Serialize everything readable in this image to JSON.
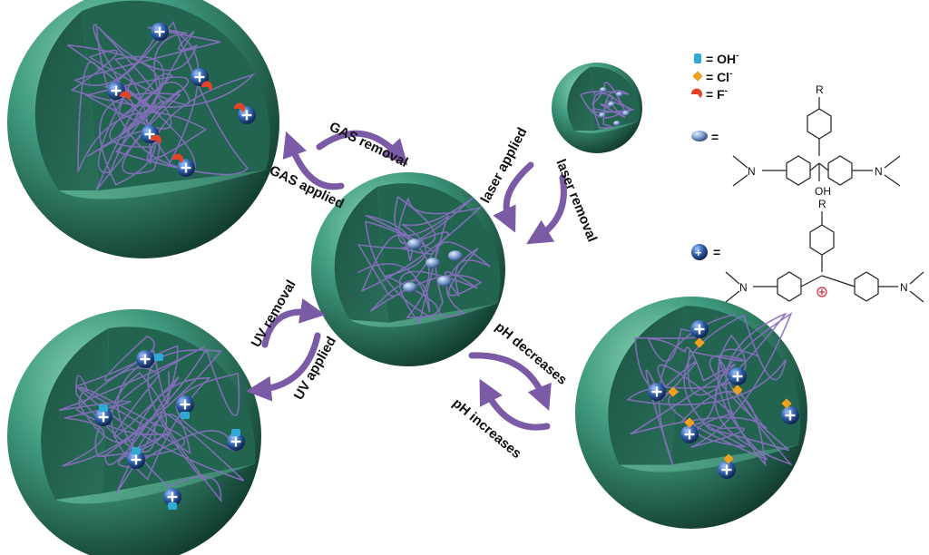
{
  "transitions": {
    "gas_removal": "GAS removal",
    "gas_applied": "GAS applied",
    "laser_applied": "laser applied",
    "laser_removal": "laser removal",
    "uv_removal": "UV removal",
    "uv_applied": "UV applied",
    "ph_decreases": "pH decreases",
    "ph_increases": "pH increases"
  },
  "legend": {
    "oh": "= OH",
    "oh_sup": "-",
    "cl": "= Cl",
    "cl_sup": "-",
    "f": "= F",
    "f_sup": "-",
    "neutral_eq": "=",
    "cation_eq": "=",
    "r_top": "R",
    "r_bottom": "R",
    "oh_group": "OH"
  },
  "colors": {
    "shell": "#3f9a7e",
    "interior": "#1e5a48",
    "polymer": "#8a6fc0",
    "arrow": "#7b5aa6",
    "oh_ion": "#31a9d6",
    "cl_ion": "#f0a020",
    "f_ion": "#e0452a"
  }
}
